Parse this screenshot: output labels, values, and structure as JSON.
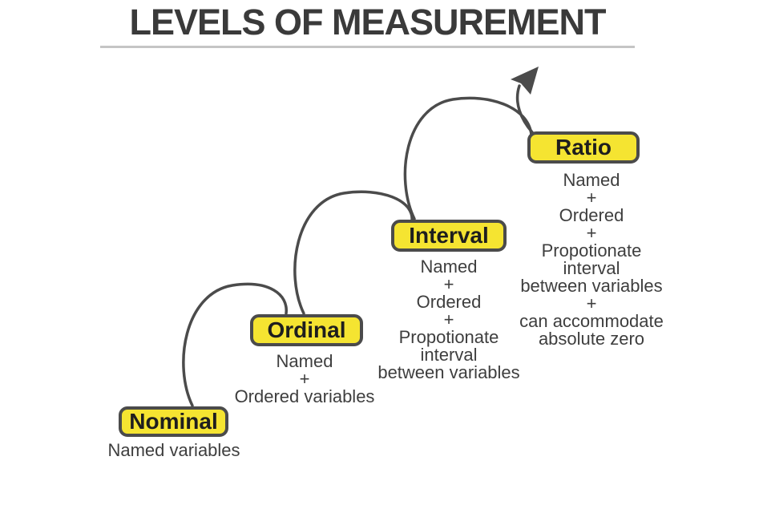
{
  "title": "LEVELS OF MEASUREMENT",
  "levels": [
    {
      "label": "Nominal",
      "caption_lines": [
        "Named variables"
      ]
    },
    {
      "label": "Ordinal",
      "caption_lines": [
        "Named",
        "+",
        "Ordered variables"
      ]
    },
    {
      "label": "Interval",
      "caption_lines": [
        "Named",
        "+",
        "Ordered",
        "+",
        "Propotionate",
        "interval",
        "between variables"
      ]
    },
    {
      "label": "Ratio",
      "caption_lines": [
        "Named",
        "+",
        "Ordered",
        "+",
        "Propotionate",
        "interval",
        "between variables",
        "+",
        "can accommodate",
        "absolute zero"
      ]
    }
  ],
  "colors": {
    "box_fill": "#F5E431",
    "box_border": "#4B4B4B",
    "arrow": "#4B4B4B",
    "title_text": "#3A3A3A",
    "caption_text": "#3E3E3E",
    "label_text": "#1E1E1E",
    "rule": "#C5C5C5"
  }
}
